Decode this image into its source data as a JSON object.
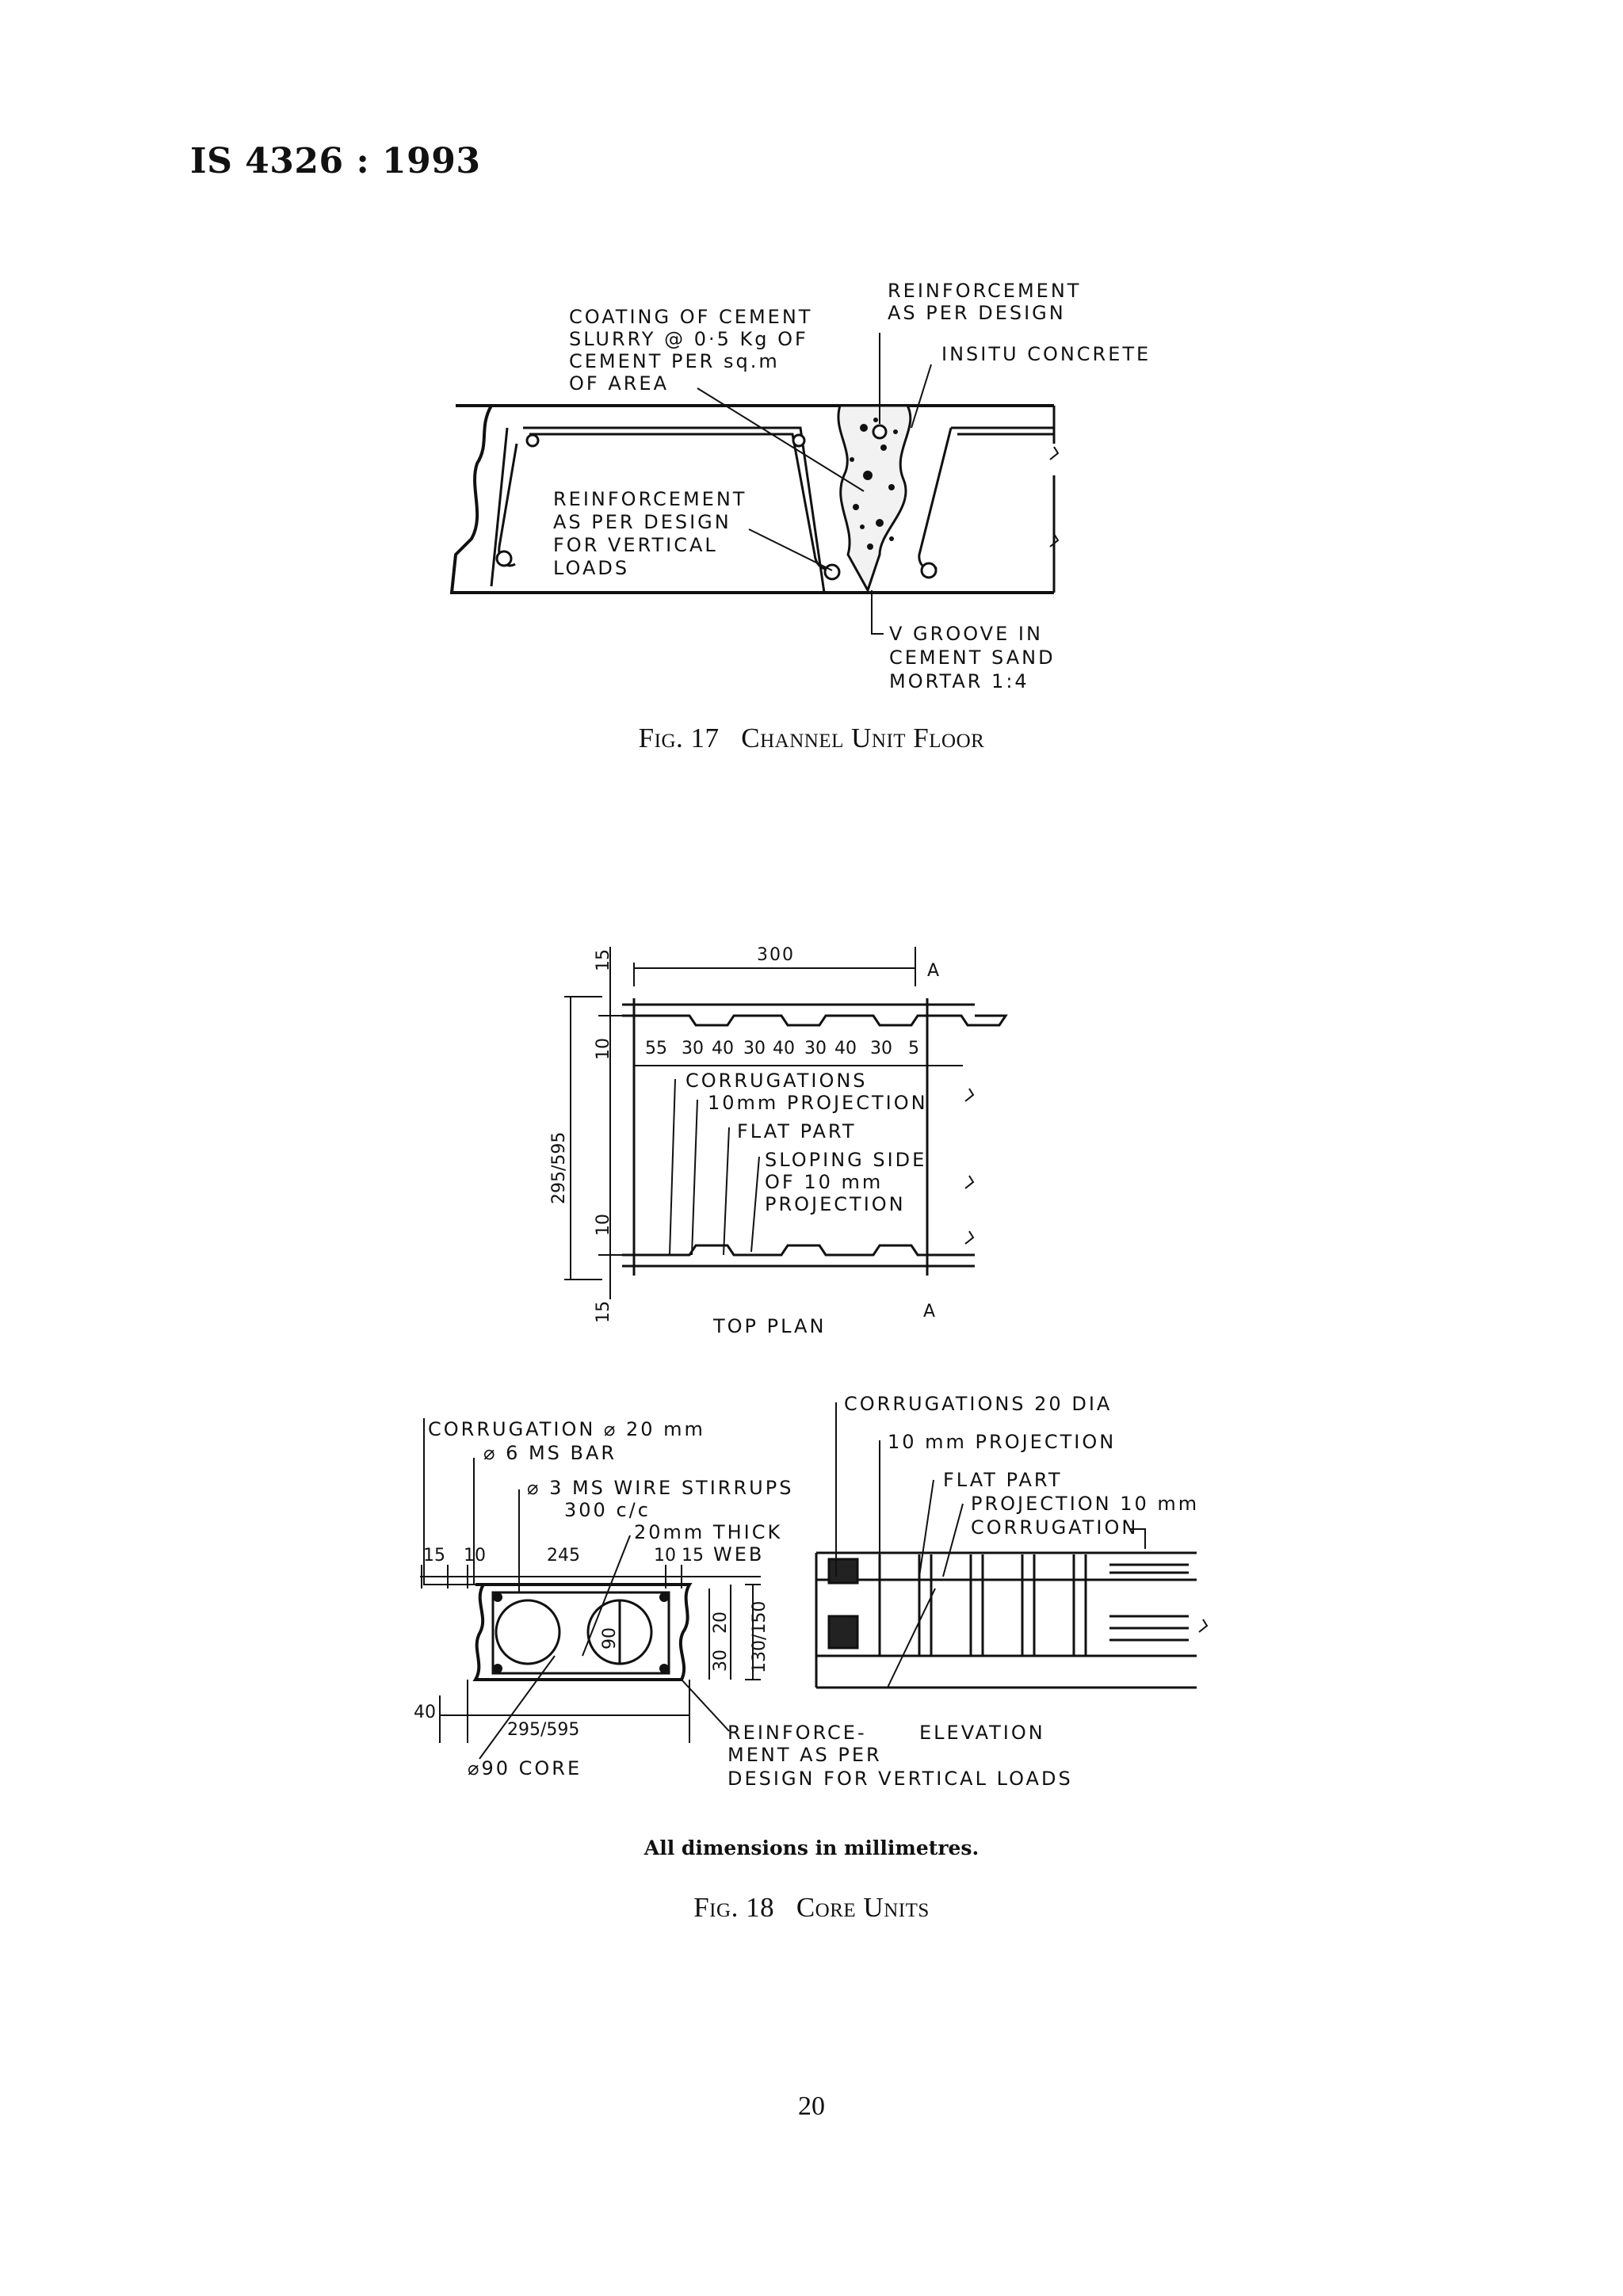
{
  "header": {
    "standard": "IS 4326 : 1993"
  },
  "fig17": {
    "caption_num": "Fig. 17",
    "caption_title": "Channel Unit Floor",
    "labels": {
      "coating": [
        "COATING OF CEMENT",
        "SLURRY @ 0·5 Kg OF",
        "CEMENT PER sq.m",
        "OF AREA"
      ],
      "reinf_top": [
        "REINFORCEMENT",
        "AS PER DESIGN"
      ],
      "insitu": "INSITU CONCRETE",
      "reinf_vert": [
        "REINFORCEMENT",
        "AS PER DESIGN",
        "FOR VERTICAL",
        "LOADS"
      ],
      "vgroove": [
        "V GROOVE IN",
        "CEMENT SAND",
        "MORTAR 1:4"
      ]
    }
  },
  "fig18": {
    "caption_num": "Fig. 18",
    "caption_title": "Core Units",
    "note": "All dimensions in millimetres.",
    "top_plan": {
      "title": "TOP PLAN",
      "dim_300": "300",
      "section_mark": "A",
      "left_dims": [
        "15",
        "10",
        "295/595",
        "10",
        "15"
      ],
      "corrugation_dims": [
        "55",
        "30",
        "40",
        "30",
        "40",
        "30",
        "40",
        "30",
        "5"
      ],
      "labels": {
        "corrugations": "CORRUGATIONS",
        "projection": "10mm PROJECTION",
        "flat": "FLAT PART",
        "sloping": [
          "SLOPING SIDE",
          "OF 10 mm",
          "PROJECTION"
        ]
      }
    },
    "section": {
      "labels": {
        "corrugation": "CORRUGATION ⌀ 20 mm",
        "ms_bar": "⌀ 6 MS BAR",
        "stirrups": [
          "⌀ 3 MS WIRE STIRRUPS",
          "300 c/c"
        ],
        "web": [
          "20mm THICK",
          "WEB"
        ],
        "core": "⌀90 CORE",
        "reinforcement": [
          "REINFORCE-",
          "MENT AS PER",
          "DESIGN FOR VERTICAL LOADS"
        ]
      },
      "dims": {
        "d15": "15",
        "d10": "10",
        "d245": "245",
        "d10b": "10",
        "d15b": "15",
        "d90": "90",
        "d20": "20",
        "d30": "30",
        "d130": "130/150",
        "d40": "40",
        "d295": "295/595"
      }
    },
    "elevation": {
      "title": "ELEVATION",
      "labels": {
        "corrugations": "CORRUGATIONS 20 DIA",
        "projection": "10 mm PROJECTION",
        "flat": "FLAT PART",
        "projection_corr": [
          "PROJECTION 10 mm",
          "CORRUGATION"
        ]
      }
    }
  },
  "footer": {
    "page_number": "20"
  }
}
